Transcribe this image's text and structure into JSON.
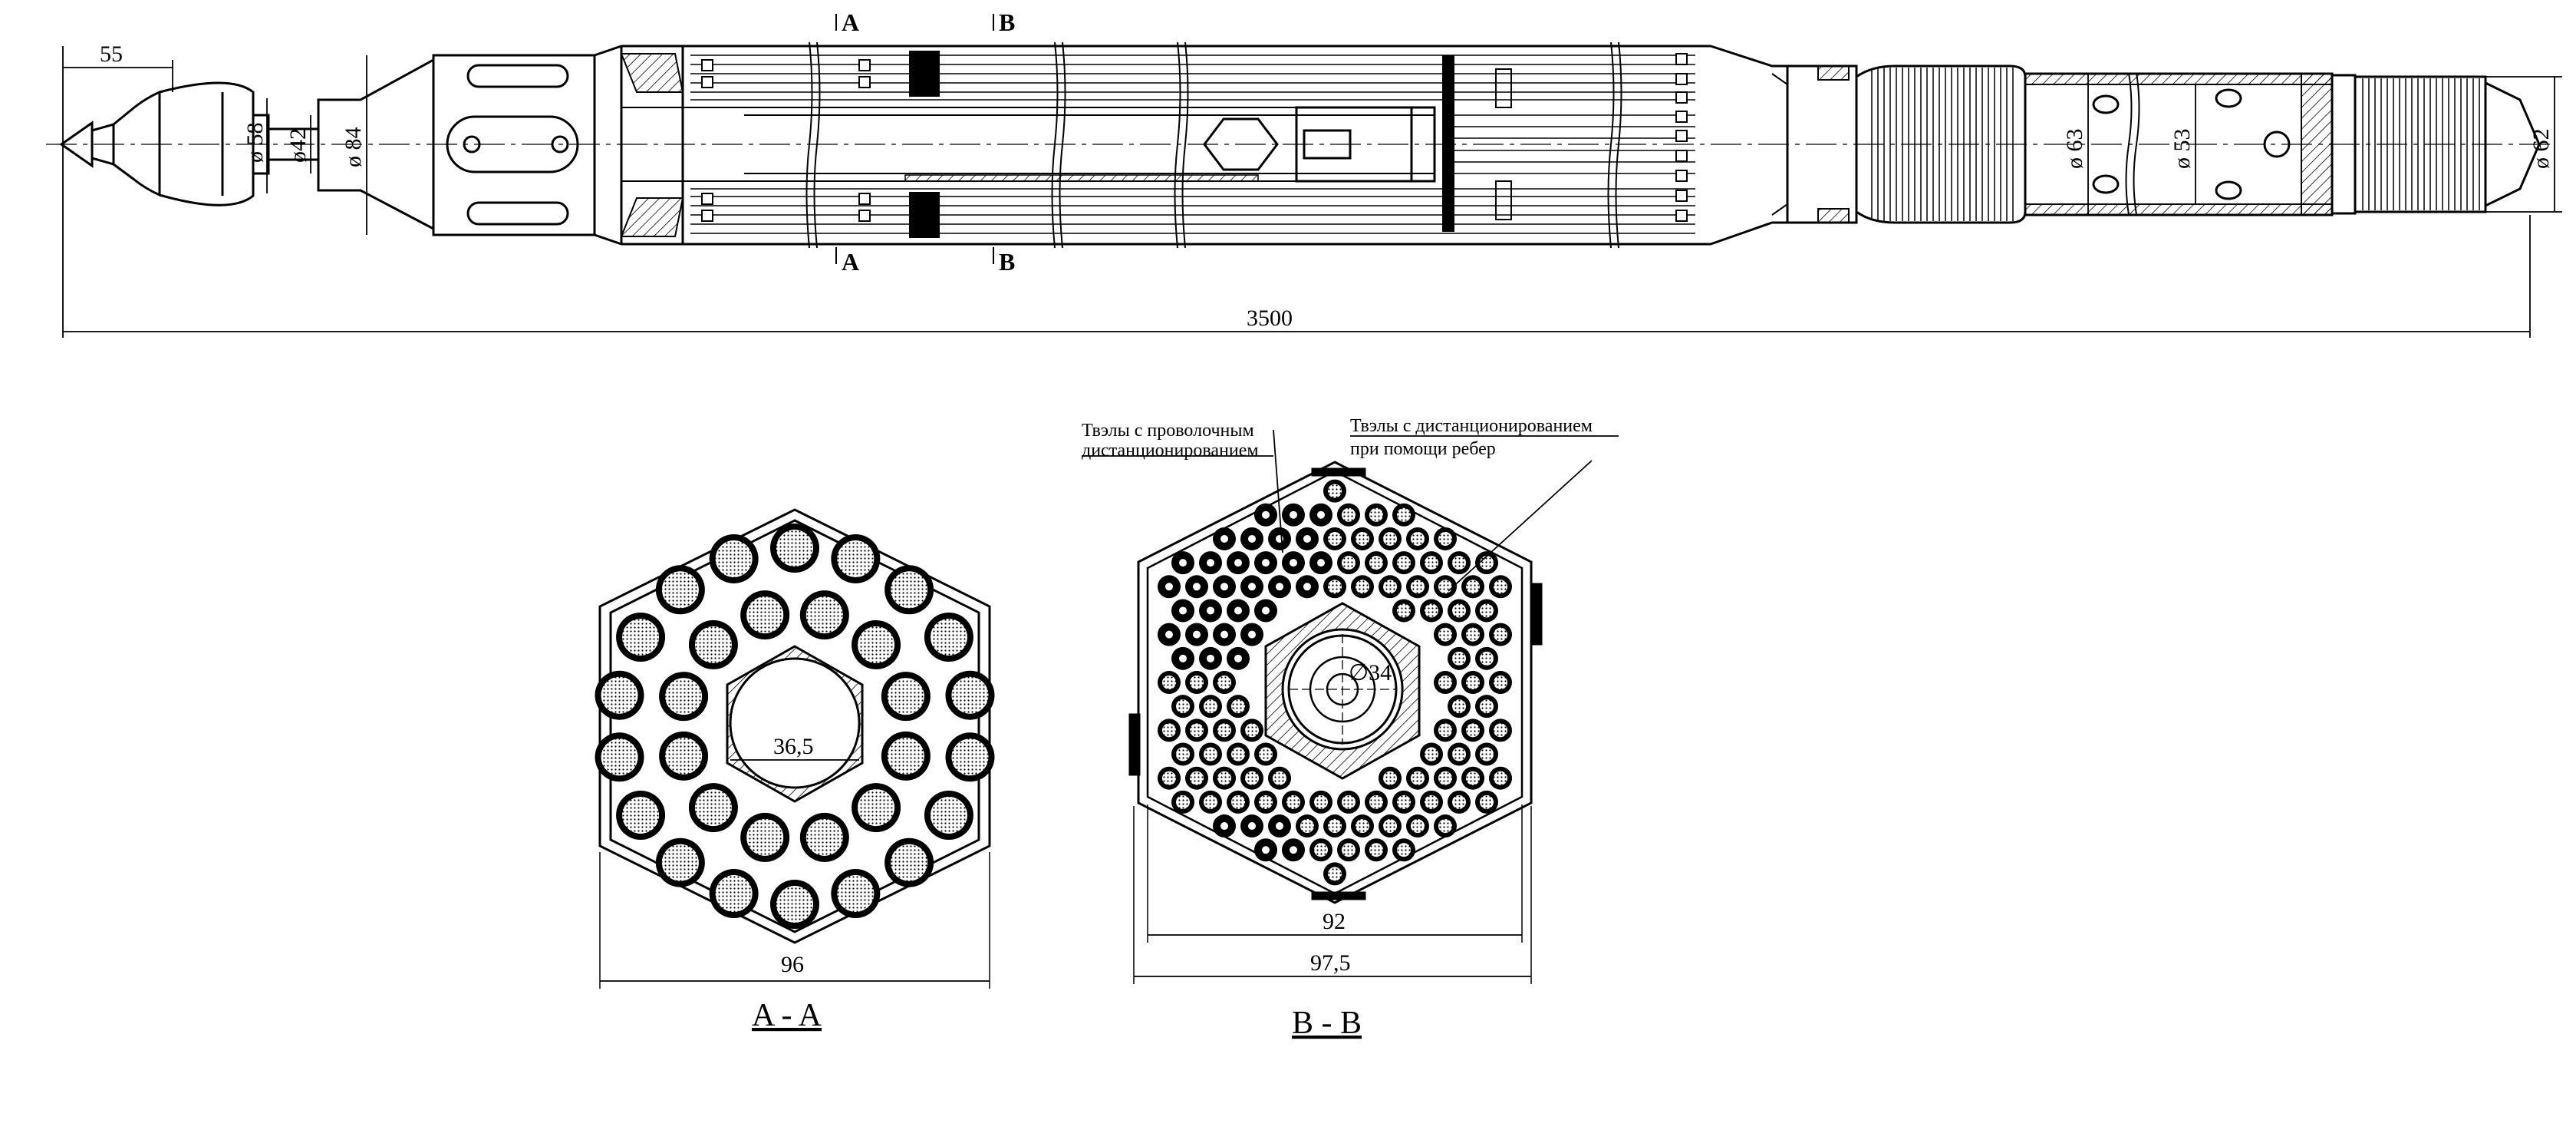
{
  "drawing": {
    "top_view": {
      "dims": {
        "len_55": "55",
        "total_3500": "3500",
        "d58": "ø 58",
        "d42": "ø42",
        "d84": "ø 84",
        "d63": "ø 63",
        "d53": "ø 53",
        "d62": "ø 62"
      },
      "section_markers": {
        "a": "A",
        "b": "B"
      }
    },
    "section_aa": {
      "title": "A - A",
      "dims": {
        "inner": "36,5",
        "width": "96"
      }
    },
    "section_bb": {
      "title": "B - B",
      "dims": {
        "hole": "∅34",
        "inner_width": "92",
        "outer_width": "97,5"
      },
      "notes": {
        "wire_line1": "Твэлы с проволочным",
        "wire_line2": "дистанционированием",
        "rib_line1": "Твэлы с дистанционированием",
        "rib_line2": "при помощи ребер"
      }
    }
  }
}
